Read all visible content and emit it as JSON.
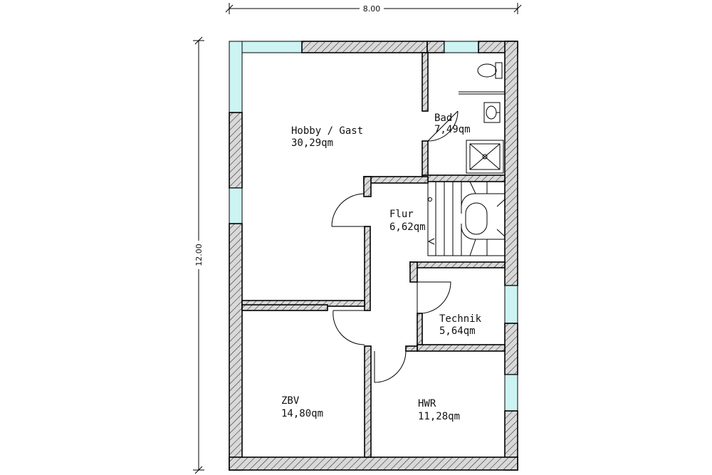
{
  "dimensions": {
    "width_label": "8.00",
    "height_label": "12.00"
  },
  "rooms": {
    "hobby": {
      "name": "Hobby / Gast",
      "area": "30,29qm"
    },
    "bad": {
      "name": "Bad",
      "area": "7,49qm"
    },
    "flur": {
      "name": "Flur",
      "area": "6,62qm"
    },
    "technik": {
      "name": "Technik",
      "area": "5,64qm"
    },
    "zbv": {
      "name": "ZBV",
      "area": "14,80qm"
    },
    "hwr": {
      "name": "HWR",
      "area": "11,28qm"
    }
  }
}
